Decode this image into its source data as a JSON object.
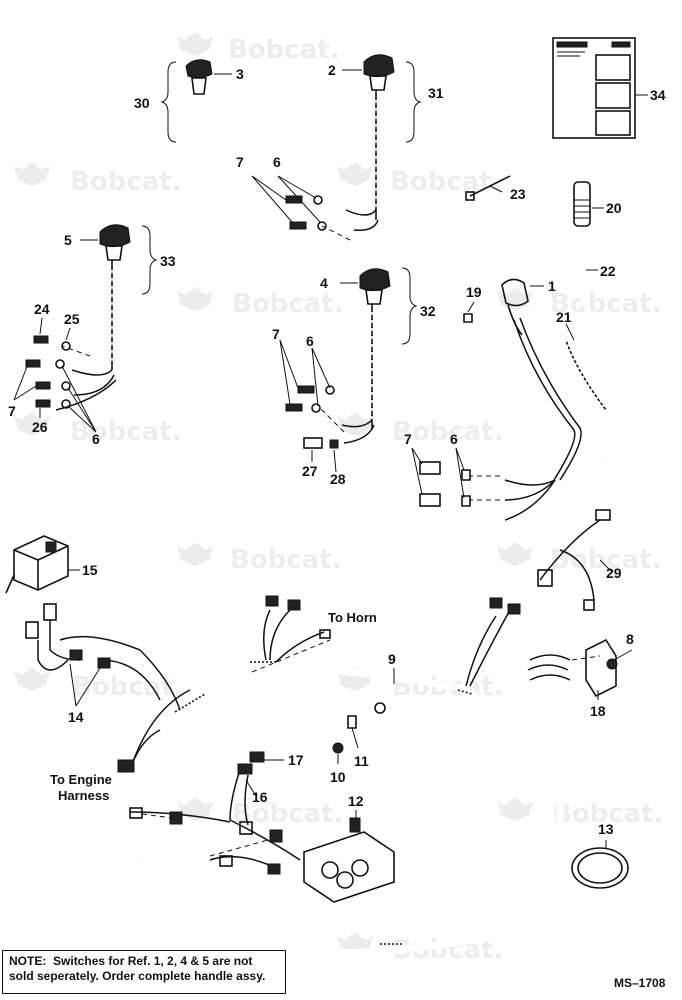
{
  "watermark": {
    "text": "Bobcat."
  },
  "callouts": {
    "c1": "1",
    "c2": "2",
    "c3": "3",
    "c4": "4",
    "c5": "5",
    "c6a": "6",
    "c6b": "6",
    "c6c": "6",
    "c6d": "6",
    "c7a": "7",
    "c7b": "7",
    "c7c": "7",
    "c7d": "7",
    "c8": "8",
    "c9": "9",
    "c10": "10",
    "c11": "11",
    "c12": "12",
    "c13": "13",
    "c14": "14",
    "c15": "15",
    "c16": "16",
    "c17": "17",
    "c18": "18",
    "c19": "19",
    "c20": "20",
    "c21": "21",
    "c22": "22",
    "c23": "23",
    "c24": "24",
    "c25": "25",
    "c26": "26",
    "c27": "27",
    "c28": "28",
    "c29": "29",
    "c30": "30",
    "c31": "31",
    "c32": "32",
    "c33": "33",
    "c34": "34"
  },
  "labels": {
    "to_horn": "To Horn",
    "to_engine_line1": "To Engine",
    "to_engine_line2": "Harness"
  },
  "note": {
    "lead": "NOTE:",
    "line1": "Switches for Ref. 1, 2, 4 & 5 are not",
    "line2": "sold seperately.  Order complete handle assy."
  },
  "reference_code": "MS–1708"
}
